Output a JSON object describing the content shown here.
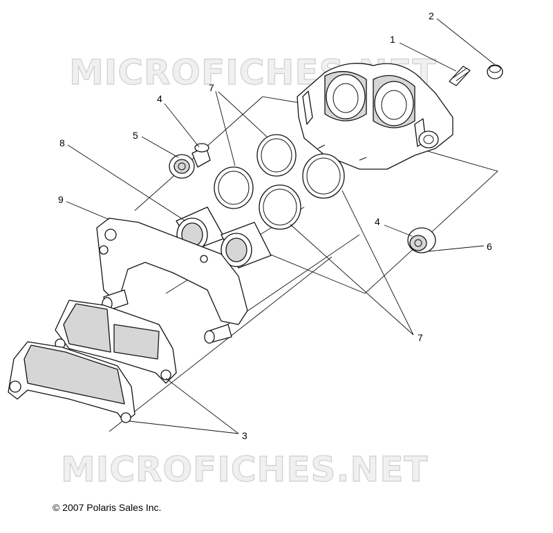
{
  "watermark": {
    "top_text": "MICROFICHES.NET",
    "bottom_text": "MICROFICHES.NET"
  },
  "callouts": [
    {
      "id": "c1",
      "label": "1"
    },
    {
      "id": "c2",
      "label": "2"
    },
    {
      "id": "c3",
      "label": "3"
    },
    {
      "id": "c4a",
      "label": "4"
    },
    {
      "id": "c4b",
      "label": "4"
    },
    {
      "id": "c5",
      "label": "5"
    },
    {
      "id": "c6",
      "label": "6"
    },
    {
      "id": "c7a",
      "label": "7"
    },
    {
      "id": "c7b",
      "label": "7"
    },
    {
      "id": "c8",
      "label": "8"
    },
    {
      "id": "c9",
      "label": "9"
    }
  ],
  "copyright": "© 2007 Polaris Sales Inc."
}
